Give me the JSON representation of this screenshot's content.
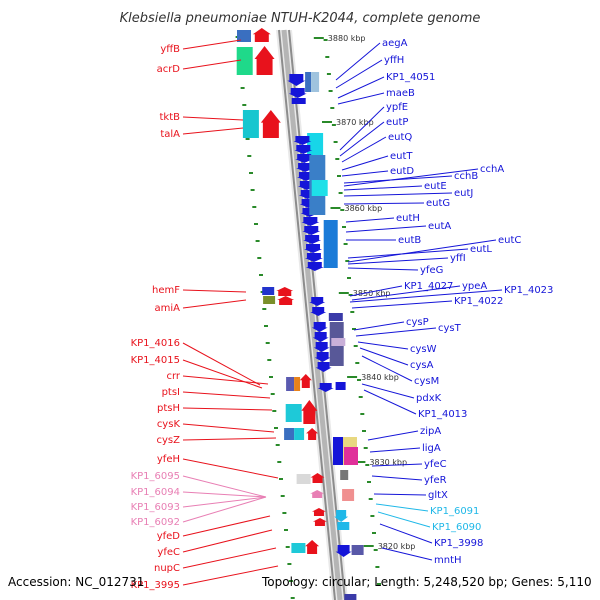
{
  "title": "Klebsiella pneumoniae NTUH-K2044, complete genome",
  "accession": "Accession: NC_012731",
  "topology": "Topology: circular; Length: 5,248,520 bp; Genes: 5,110",
  "colors": {
    "forward_gene": "#e8121c",
    "reverse_gene": "#1515d8",
    "hypothetical_light": "#e87fb4",
    "hypothetical_dark": "#1fb8e8",
    "backbone": "#999999",
    "ticks": "#2a8a2a"
  },
  "kbp_markers": [
    {
      "label": "3880 kbp"
    },
    {
      "label": "3870 kbp"
    },
    {
      "label": "3860 kbp"
    },
    {
      "label": "3850 kbp"
    },
    {
      "label": "3840 kbp"
    },
    {
      "label": "3830 kbp"
    },
    {
      "label": "3820 kbp"
    }
  ],
  "left_genes": [
    {
      "label": "yffB",
      "color": "red"
    },
    {
      "label": "acrD",
      "color": "red"
    },
    {
      "label": "tktB",
      "color": "red"
    },
    {
      "label": "talA",
      "color": "red"
    },
    {
      "label": "hemF",
      "color": "red"
    },
    {
      "label": "amiA",
      "color": "red"
    },
    {
      "label": "KP1_4016",
      "color": "red"
    },
    {
      "label": "KP1_4015",
      "color": "red"
    },
    {
      "label": "crr",
      "color": "red"
    },
    {
      "label": "ptsI",
      "color": "red"
    },
    {
      "label": "ptsH",
      "color": "red"
    },
    {
      "label": "cysK",
      "color": "red"
    },
    {
      "label": "cysZ",
      "color": "red"
    },
    {
      "label": "yfeH",
      "color": "red"
    },
    {
      "label": "KP1_6095",
      "color": "pink"
    },
    {
      "label": "KP1_6094",
      "color": "pink"
    },
    {
      "label": "KP1_6093",
      "color": "pink"
    },
    {
      "label": "KP1_6092",
      "color": "pink"
    },
    {
      "label": "yfeD",
      "color": "red"
    },
    {
      "label": "yfeC",
      "color": "red"
    },
    {
      "label": "nupC",
      "color": "red"
    },
    {
      "label": "KP1_3995",
      "color": "red"
    }
  ],
  "right_genes": [
    {
      "label": "aegA",
      "color": "blue"
    },
    {
      "label": "yffH",
      "color": "blue"
    },
    {
      "label": "KP1_4051",
      "color": "blue"
    },
    {
      "label": "maeB",
      "color": "blue"
    },
    {
      "label": "ypfE",
      "color": "blue"
    },
    {
      "label": "eutP",
      "color": "blue"
    },
    {
      "label": "eutQ",
      "color": "blue"
    },
    {
      "label": "eutT",
      "color": "blue"
    },
    {
      "label": "eutD",
      "color": "blue"
    },
    {
      "label": "cchB",
      "color": "blue"
    },
    {
      "label": "cchA",
      "color": "blue"
    },
    {
      "label": "eutE",
      "color": "blue"
    },
    {
      "label": "eutJ",
      "color": "blue"
    },
    {
      "label": "eutG",
      "color": "blue"
    },
    {
      "label": "eutH",
      "color": "blue"
    },
    {
      "label": "eutA",
      "color": "blue"
    },
    {
      "label": "eutB",
      "color": "blue"
    },
    {
      "label": "eutC",
      "color": "blue"
    },
    {
      "label": "eutL",
      "color": "blue"
    },
    {
      "label": "yffI",
      "color": "blue"
    },
    {
      "label": "yfeG",
      "color": "blue"
    },
    {
      "label": "KP1_4027",
      "color": "blue"
    },
    {
      "label": "ypeA",
      "color": "blue"
    },
    {
      "label": "KP1_4023",
      "color": "blue"
    },
    {
      "label": "KP1_4022",
      "color": "blue"
    },
    {
      "label": "cysP",
      "color": "blue"
    },
    {
      "label": "cysT",
      "color": "blue"
    },
    {
      "label": "cysW",
      "color": "blue"
    },
    {
      "label": "cysA",
      "color": "blue"
    },
    {
      "label": "cysM",
      "color": "blue"
    },
    {
      "label": "pdxK",
      "color": "blue"
    },
    {
      "label": "KP1_4013",
      "color": "blue"
    },
    {
      "label": "zipA",
      "color": "blue"
    },
    {
      "label": "ligA",
      "color": "blue"
    },
    {
      "label": "yfeC",
      "color": "blue"
    },
    {
      "label": "yfeR",
      "color": "blue"
    },
    {
      "label": "gltX",
      "color": "blue"
    },
    {
      "label": "KP1_6091",
      "color": "cyan"
    },
    {
      "label": "KP1_6090",
      "color": "cyan"
    },
    {
      "label": "KP1_3998",
      "color": "blue"
    },
    {
      "label": "mntH",
      "color": "blue"
    }
  ]
}
